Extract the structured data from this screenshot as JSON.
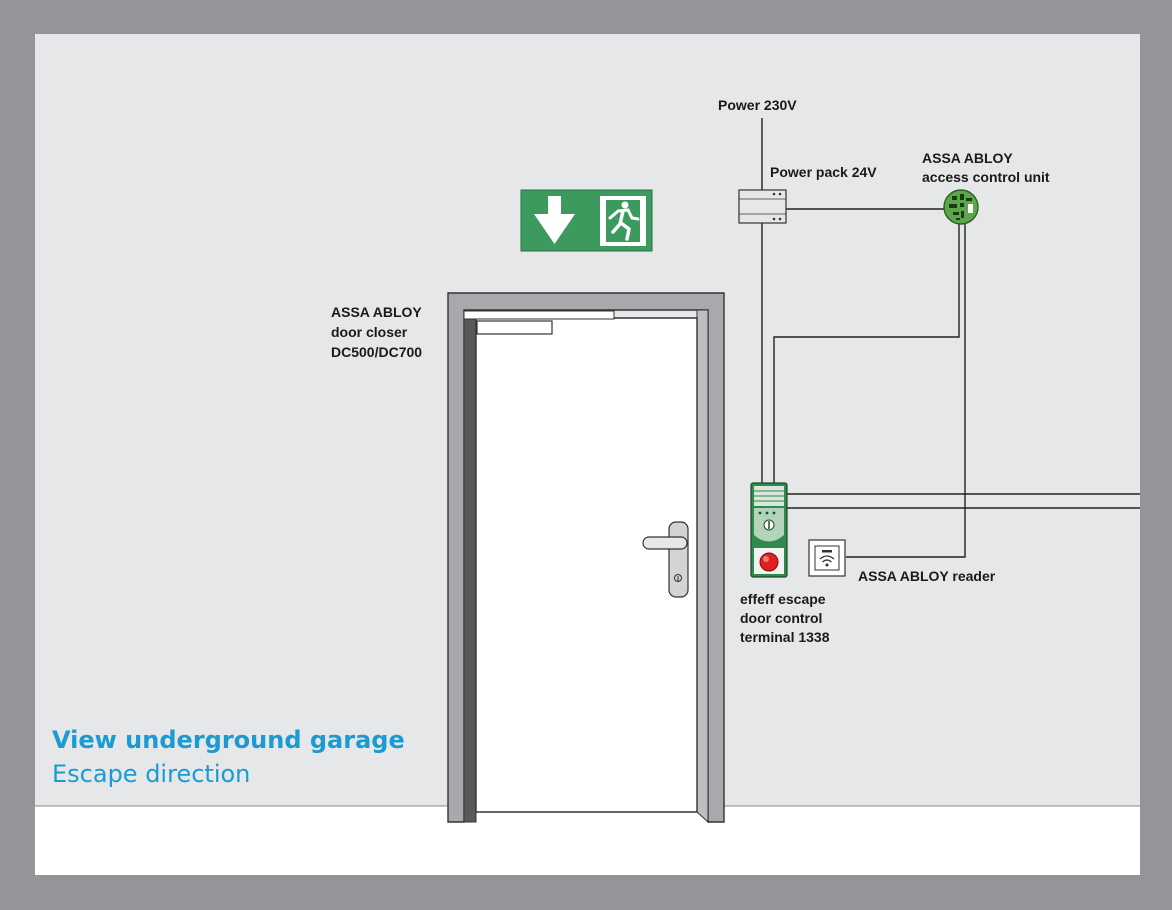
{
  "labels": {
    "power_230": "Power 230V",
    "power_pack": "Power pack 24V",
    "access_unit_line1": "ASSA ABLOY",
    "access_unit_line2": "access control unit",
    "closer_line1": "ASSA ABLOY",
    "closer_line2": "door closer",
    "closer_line3": "DC500/DC700",
    "reader": "ASSA ABLOY reader",
    "terminal_line1": "effeff escape",
    "terminal_line2": "door control",
    "terminal_line3": "terminal 1338"
  },
  "title": {
    "main": "View underground garage",
    "sub": "Escape direction"
  },
  "colors": {
    "frame": "#939598",
    "wall": "#e6e7e8",
    "floor": "#ffffff",
    "exit_sign": "#3d9a5e",
    "title": "#1a9bd3",
    "terminal_green": "#2f8a4e",
    "button_red": "#e02020"
  },
  "icons": {
    "exit_sign": "running-man-exit-icon",
    "arrow": "arrow-down-icon",
    "reader": "wireless-reader-icon",
    "access_unit": "circuit-board-icon"
  }
}
